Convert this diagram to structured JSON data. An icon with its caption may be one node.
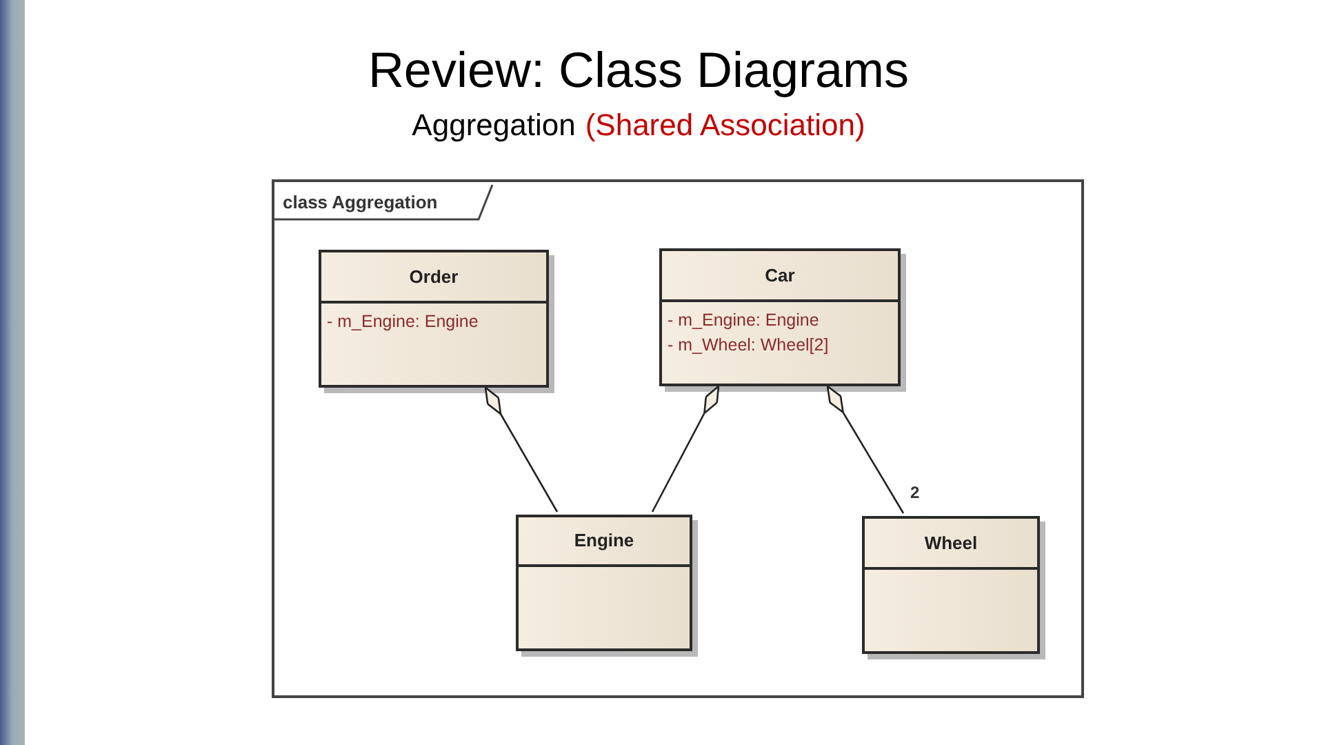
{
  "diagram": {
    "title": "Review: Class Diagrams",
    "nodes": [
      {
        "text": [
          "class Aggregation"
        ]
      },
      {
        "text": [
          "Order",
          "- m_Engine: Engine"
        ],
        "in": 0
      },
      {
        "text": [
          "Car",
          "- m_Engine: Engine",
          "- m_Wheel: Wheel[2]"
        ],
        "in": 0
      },
      {
        "text": [
          "Engine"
        ],
        "in": 0
      },
      {
        "text": [
          "Wheel"
        ],
        "in": 0
      }
    ],
    "edges": [
      {
        "from": 1,
        "to": 3,
        "arrow": "other"
      },
      {
        "from": 2,
        "to": 3,
        "arrow": "other"
      },
      {
        "from": 2,
        "to": 4,
        "arrow": "other",
        "label": "2"
      }
    ],
    "labels": [
      "Aggregation",
      "(Shared Association)"
    ]
  }
}
